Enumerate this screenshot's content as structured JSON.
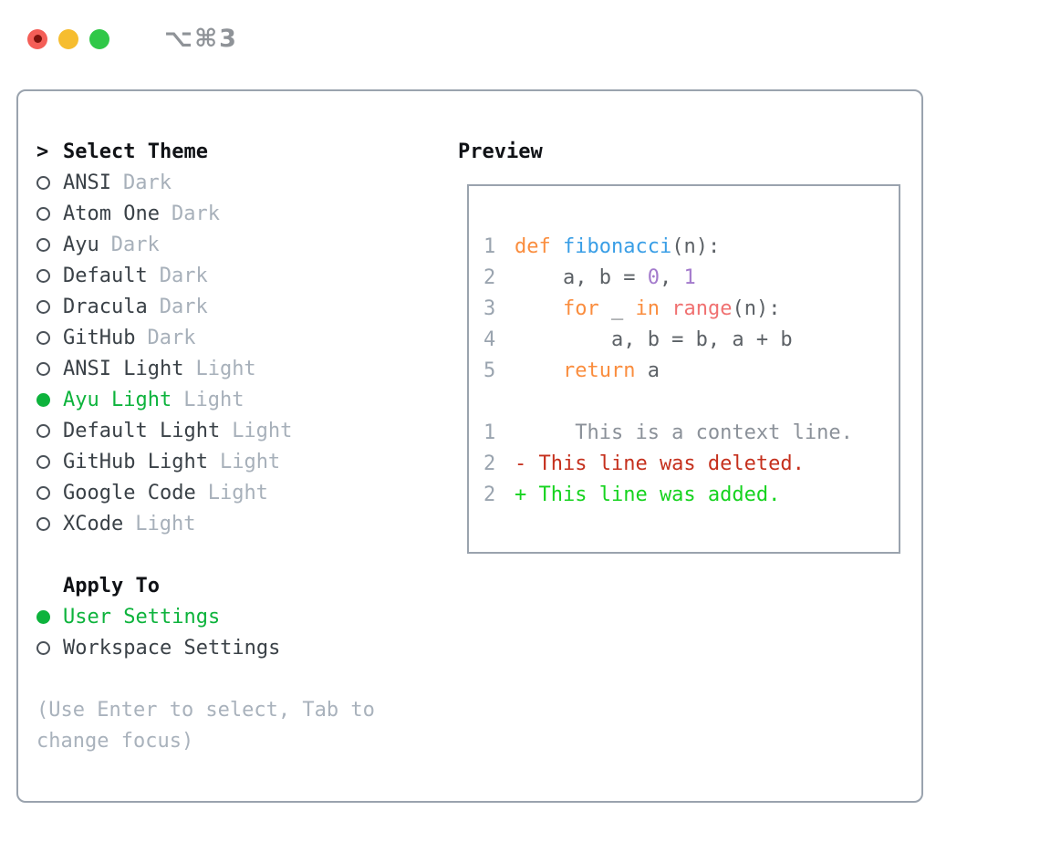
{
  "window": {
    "title": "⌥⌘3"
  },
  "theme_picker": {
    "header_prefix": ">",
    "header": "Select Theme",
    "items": [
      {
        "name": "ANSI",
        "variant": "Dark",
        "selected": false
      },
      {
        "name": "Atom One",
        "variant": "Dark",
        "selected": false
      },
      {
        "name": "Ayu",
        "variant": "Dark",
        "selected": false
      },
      {
        "name": "Default",
        "variant": "Dark",
        "selected": false
      },
      {
        "name": "Dracula",
        "variant": "Dark",
        "selected": false
      },
      {
        "name": "GitHub",
        "variant": "Dark",
        "selected": false
      },
      {
        "name": "ANSI Light",
        "variant": "Light",
        "selected": false
      },
      {
        "name": "Ayu Light",
        "variant": "Light",
        "selected": true
      },
      {
        "name": "Default Light",
        "variant": "Light",
        "selected": false
      },
      {
        "name": "GitHub Light",
        "variant": "Light",
        "selected": false
      },
      {
        "name": "Google Code",
        "variant": "Light",
        "selected": false
      },
      {
        "name": "XCode",
        "variant": "Light",
        "selected": false
      }
    ]
  },
  "apply_to": {
    "header": "Apply To",
    "options": [
      {
        "label": "User Settings",
        "selected": true
      },
      {
        "label": "Workspace Settings",
        "selected": false
      }
    ]
  },
  "hint": "(Use Enter to select, Tab to change focus)",
  "preview": {
    "title": "Preview",
    "lines": [
      {
        "num": "1",
        "tokens": [
          {
            "t": "def",
            "c": "keyword"
          },
          {
            "t": " ",
            "c": "fg"
          },
          {
            "t": "fibonacci",
            "c": "entity"
          },
          {
            "t": "(n):",
            "c": "fg"
          }
        ]
      },
      {
        "num": "2",
        "tokens": [
          {
            "t": "    a, b = ",
            "c": "fg"
          },
          {
            "t": "0",
            "c": "constant"
          },
          {
            "t": ", ",
            "c": "fg"
          },
          {
            "t": "1",
            "c": "constant"
          }
        ]
      },
      {
        "num": "3",
        "tokens": [
          {
            "t": "    ",
            "c": "fg"
          },
          {
            "t": "for",
            "c": "keyword"
          },
          {
            "t": " _ ",
            "c": "fg"
          },
          {
            "t": "in",
            "c": "keyword"
          },
          {
            "t": " ",
            "c": "fg"
          },
          {
            "t": "range",
            "c": "special"
          },
          {
            "t": "(n):",
            "c": "fg"
          }
        ]
      },
      {
        "num": "4",
        "tokens": [
          {
            "t": "        a, b = b, a + b",
            "c": "fg"
          }
        ]
      },
      {
        "num": "5",
        "tokens": [
          {
            "t": "    ",
            "c": "fg"
          },
          {
            "t": "return",
            "c": "keyword"
          },
          {
            "t": " a",
            "c": "fg"
          }
        ]
      },
      {
        "num": "",
        "tokens": []
      },
      {
        "num": "1",
        "tokens": [
          {
            "t": "     This is a context line.",
            "c": "context"
          }
        ]
      },
      {
        "num": "2",
        "tokens": [
          {
            "t": "- This line was deleted.",
            "c": "deleted"
          }
        ]
      },
      {
        "num": "2",
        "tokens": [
          {
            "t": "+ This line was added.",
            "c": "added"
          }
        ]
      }
    ]
  },
  "colors": {
    "accent_green": "#0db33c",
    "added_green": "#16d31f",
    "deleted_red": "#c5301d",
    "keyword": "#fa8d3e",
    "entity": "#399ee6",
    "constant": "#a37acc",
    "special": "#f07171",
    "code_fg": "#5c6166",
    "gutter": "#9aa4af",
    "context": "#8b9199",
    "border": "#9aa3ae",
    "header_fg": "#101216",
    "item_fg": "#3a4147",
    "muted": "#a7b0ba",
    "hint": "#a9b2bc",
    "ring": "#4a5158",
    "titlebar_text": "#8f9398",
    "close_red": "#f45e57",
    "close_dot": "#7c120c",
    "minimize_yellow": "#f6bd2f",
    "zoom_green": "#30c848"
  }
}
